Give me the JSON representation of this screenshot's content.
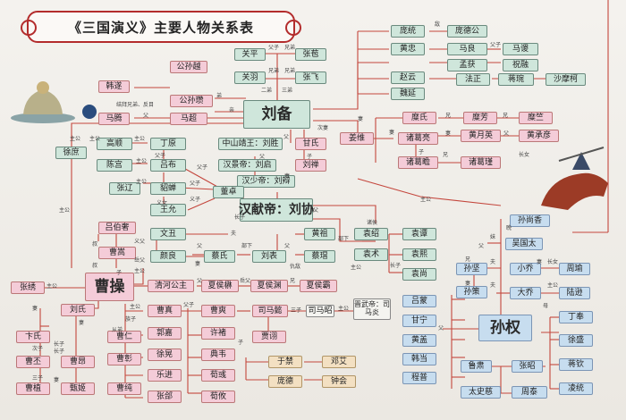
{
  "title": "《三国演义》主要人物关系表",
  "centers": {
    "liubei": "刘备",
    "caocao": "曹操",
    "sunquan": "孙权",
    "xiandi": "汉献帝：刘协"
  },
  "nodes": {
    "pang_tong": "庞统",
    "pang_degong": "庞德公",
    "huang_zhong": "黄忠",
    "ma_liang": "马良",
    "ma_su": "马谡",
    "meng_huo": "孟获",
    "zhu_rong": "祝融",
    "zhao_yun": "赵云",
    "fa_zheng": "法正",
    "jiang_wan": "蒋琬",
    "sha_moke": "沙摩柯",
    "wei_yan": "魏延",
    "guan_ping": "关平",
    "zhang_bao": "张苞",
    "guan_yu": "关羽",
    "zhang_fei": "张飞",
    "gongsun_yue": "公孙越",
    "gongsun_zan": "公孙瓒",
    "han_sui": "韩遂",
    "ma_teng": "马腾",
    "ma_chao": "马超",
    "lady_mi": "糜氏",
    "mi_fang": "糜芳",
    "mi_zhu": "糜竺",
    "jiang_wei": "姜维",
    "zhuge_liang": "诸葛亮",
    "huang_yueying": "黄月英",
    "huang_chengyan": "黄承彦",
    "zhuge_zhan": "诸葛瞻",
    "zhuge_jin": "诸葛瑾",
    "lady_gan": "甘氏",
    "liu_shan": "刘禅",
    "zhongshan": "中山靖王：刘胜",
    "hanjingdi": "汉景帝：刘启",
    "hanshaodi": "汉少帝：刘辩",
    "xu_shu": "徐庶",
    "gao_shun": "高顺",
    "chen_gong": "陈宫",
    "ding_yuan": "丁原",
    "lu_bu": "吕布",
    "diao_chan": "貂蝉",
    "dong_zhuo": "董卓",
    "wang_yun": "王允",
    "zhang_liao": "张辽",
    "lu_boshe": "吕伯奢",
    "cao_song": "曹嵩",
    "wen_chou": "文丑",
    "yan_liang": "颜良",
    "huang_zu": "黄祖",
    "yuan_shao": "袁绍",
    "yuan_shu": "袁术",
    "yuan_tan": "袁谭",
    "yuan_xi": "袁熙",
    "yuan_shang": "袁尚",
    "lady_cai": "蔡氏",
    "cai_mao": "蔡瑁",
    "liu_biao": "刘表",
    "qinghe": "清河公主",
    "xiahou_mao": "夏侯楙",
    "xiahou_yuan": "夏侯渊",
    "xiahou_ba": "夏侯霸",
    "zhang_xiu": "张绣",
    "lady_bian": "卞氏",
    "lady_liu": "刘氏",
    "cao_pi": "曹丕",
    "cao_ang": "曹昂",
    "cao_zhi": "曹植",
    "zhen_ji": "甄姬",
    "cao_zhang": "曹彰",
    "cao_ren": "曹仁",
    "cao_chun": "曹纯",
    "cao_zhen": "曹真",
    "cao_shuang": "曹爽",
    "guo_jia": "郭嘉",
    "xu_chu": "许褚",
    "xu_huang": "徐晃",
    "dian_wei": "典韦",
    "le_jin": "乐进",
    "xun_yu": "荀彧",
    "zhang_he": "张郃",
    "xun_you": "荀攸",
    "sima_yi": "司马懿",
    "sima_zhao": "司马昭",
    "jia_xu": "贾诩",
    "yu_jin": "于禁",
    "deng_ai": "邓艾",
    "pang_de": "庞德",
    "zhong_hui": "钟会",
    "jin_emperor": "晋武帝：司马炎",
    "sun_shangxiang": "孙尚香",
    "wu_guotai": "吴国太",
    "sun_jian": "孙坚",
    "sun_ce": "孙策",
    "xiao_qiao": "小乔",
    "zhou_yu": "周瑜",
    "da_qiao": "大乔",
    "lu_xun": "陆逊",
    "lu_meng": "吕蒙",
    "gan_ning": "甘宁",
    "huang_gai": "黄盖",
    "han_dang": "韩当",
    "cheng_pu": "程普",
    "lu_su": "鲁肃",
    "zhang_zhao": "张昭",
    "taishi_ci": "太史慈",
    "zhou_tai": "周泰",
    "ding_feng": "丁奉",
    "xu_sheng": "徐盛",
    "jiang_qin": "蒋钦",
    "ling_tong": "凌统"
  },
  "edge_labels": [
    "敌",
    "父子",
    "父子",
    "兄弟",
    "兄弟",
    "兄弟",
    "二弟",
    "三弟",
    "弟",
    "亲",
    "结拜兄弟、反目",
    "父",
    "主公",
    "主公",
    "妻",
    "妻",
    "兄",
    "兄",
    "兄",
    "妻",
    "父",
    "子",
    "父",
    "子",
    "次妻",
    "妻",
    "父",
    "主公",
    "主公",
    "主公",
    "父子",
    "主公",
    "父子",
    "父子",
    "义子",
    "义女",
    "长子",
    "叔",
    "叔",
    "夫",
    "主公",
    "父",
    "部下",
    "义父",
    "岳父",
    "长子",
    "诸侯",
    "主公",
    "仇敌",
    "父",
    "部下",
    "父",
    "妻",
    "主公",
    "父",
    "岳父",
    "兄",
    "子",
    "妻",
    "妻",
    "长子",
    "次子",
    "长子",
    "从弟",
    "妻",
    "三子",
    "族子",
    "父子",
    "主公",
    "三子",
    "主公",
    "子",
    "晚",
    "长女",
    "长女",
    "主公",
    "主公",
    "父",
    "夫",
    "夫",
    "母",
    "妹",
    "父",
    "兄",
    "妻",
    "妻"
  ],
  "colors": {
    "title_border": "#b32c2c",
    "wire": "#c4463c",
    "green": "#cfe6db",
    "pink": "#f4ccd8",
    "blue": "#c7ddef",
    "tan": "#f3e0c2"
  }
}
